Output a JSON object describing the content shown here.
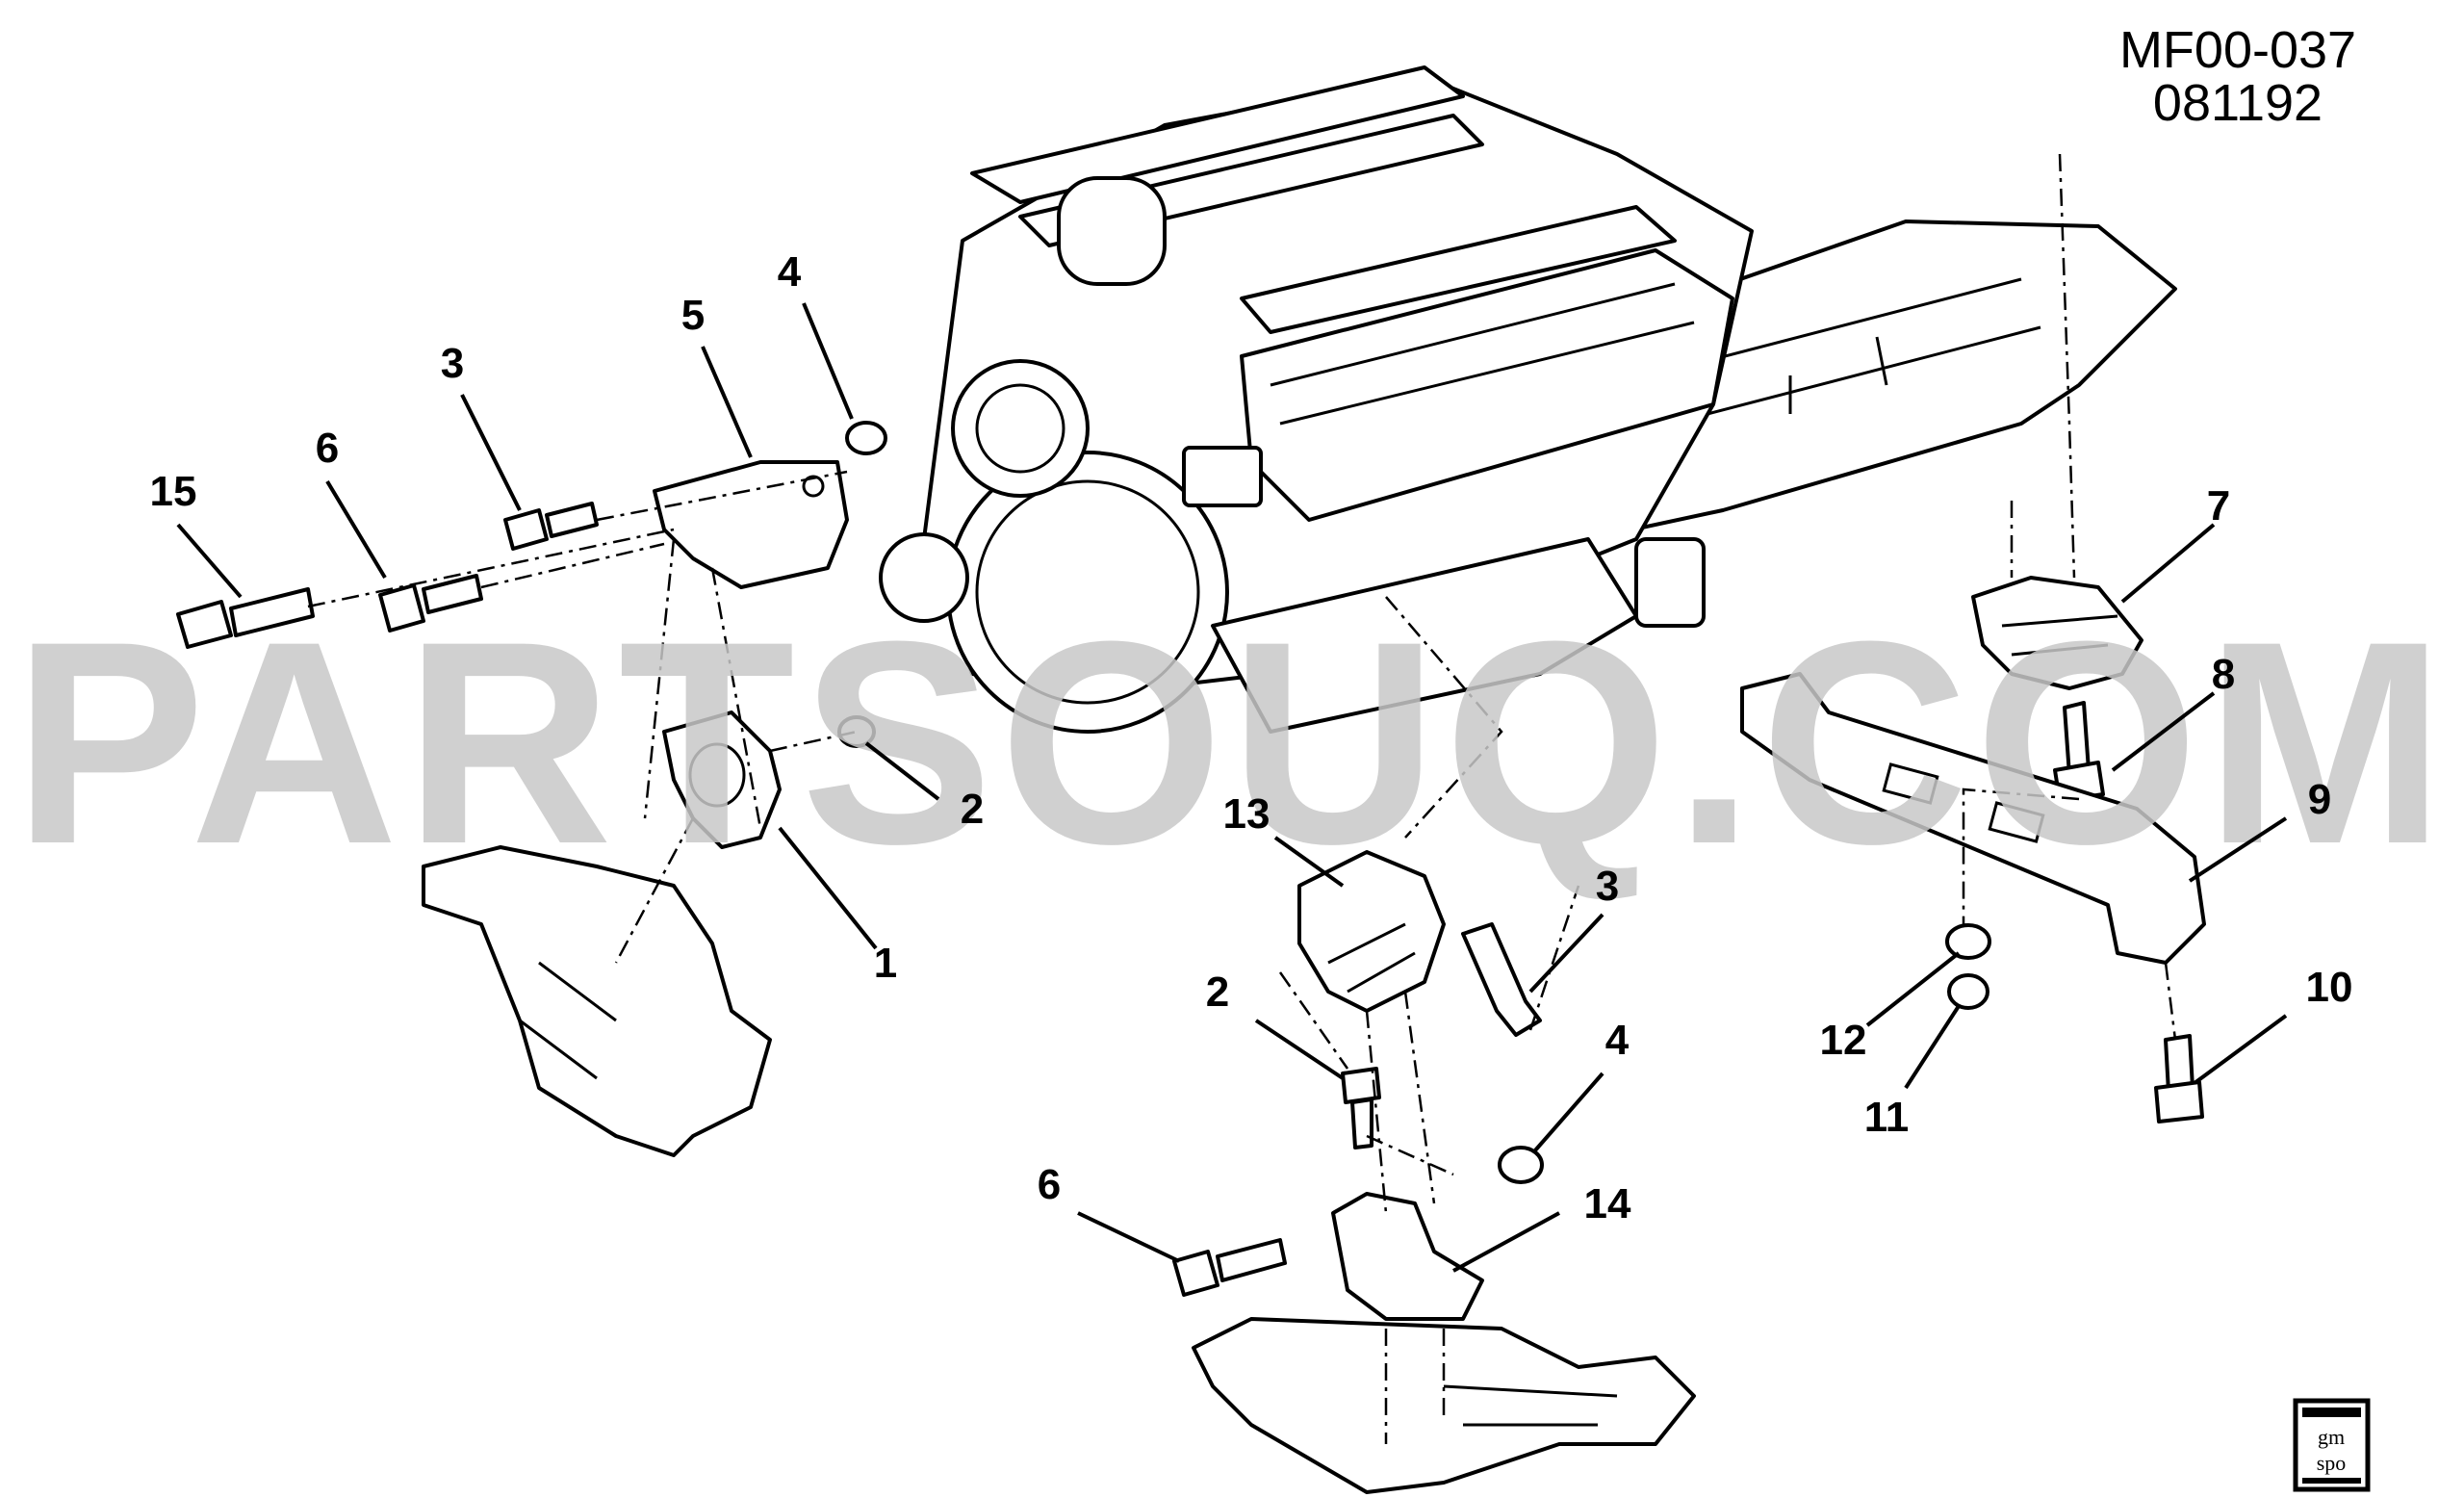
{
  "header": {
    "code_line1": "MF00-037",
    "code_line2": "081192"
  },
  "watermark": "PARTSOUQ.COM",
  "logo": {
    "line1": "gm",
    "line2": "spo"
  },
  "callouts": [
    {
      "id": "c15-left",
      "label": "15"
    },
    {
      "id": "c6-left",
      "label": "6"
    },
    {
      "id": "c3-left",
      "label": "3"
    },
    {
      "id": "c5",
      "label": "5"
    },
    {
      "id": "c4-left",
      "label": "4"
    },
    {
      "id": "c2-left",
      "label": "2"
    },
    {
      "id": "c1",
      "label": "1"
    },
    {
      "id": "c13",
      "label": "13"
    },
    {
      "id": "c3-center",
      "label": "3"
    },
    {
      "id": "c2-center",
      "label": "2"
    },
    {
      "id": "c4-center",
      "label": "4"
    },
    {
      "id": "c6-center",
      "label": "6"
    },
    {
      "id": "c14",
      "label": "14"
    },
    {
      "id": "c7",
      "label": "7"
    },
    {
      "id": "c8",
      "label": "8"
    },
    {
      "id": "c9",
      "label": "9"
    },
    {
      "id": "c10",
      "label": "10"
    },
    {
      "id": "c12",
      "label": "12"
    },
    {
      "id": "c11",
      "label": "11"
    }
  ]
}
